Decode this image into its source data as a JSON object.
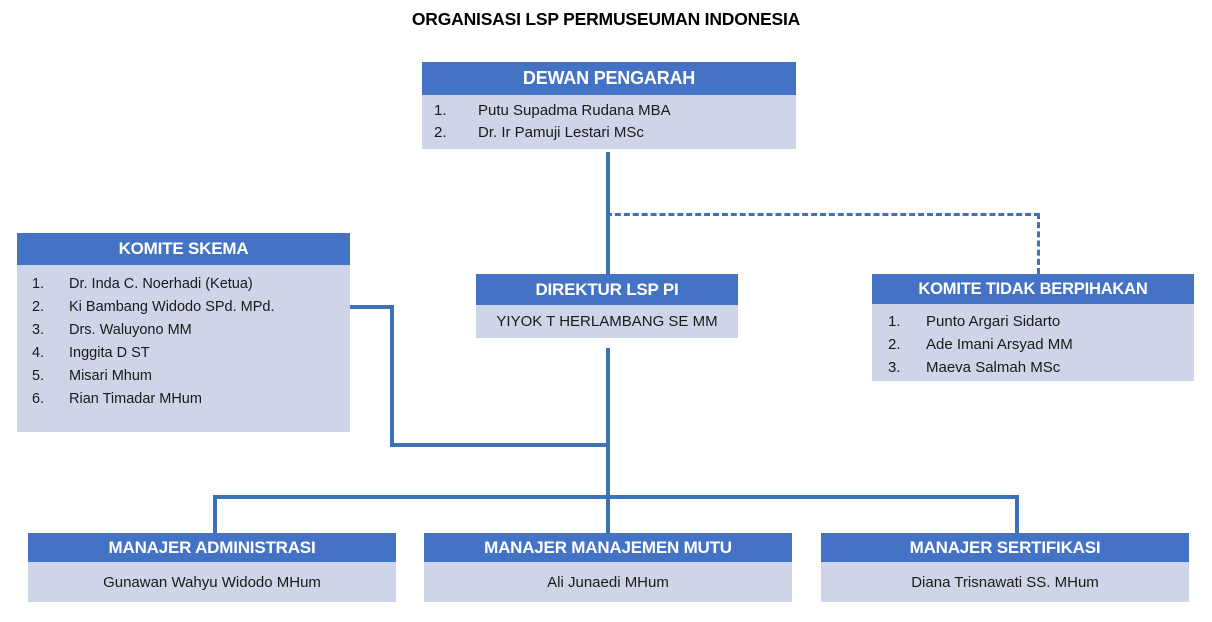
{
  "diagram": {
    "title": "ORGANISASI LSP PERMUSEUMAN INDONESIA",
    "accent_color": "#4472C4",
    "panel_color": "#CFD5E8",
    "connector_color": "#3C72B9",
    "background_color": "#FFFFFF"
  },
  "nodes": {
    "dewan_pengarah": {
      "title": "DEWAN PENGARAH",
      "members": [
        {
          "num": "1.",
          "name": "Putu Supadma Rudana MBA"
        },
        {
          "num": "2.",
          "name": "Dr. Ir Pamuji Lestari MSc"
        }
      ]
    },
    "komite_skema": {
      "title": "KOMITE SKEMA",
      "members": [
        {
          "num": "1.",
          "name": "Dr. Inda C. Noerhadi (Ketua)"
        },
        {
          "num": "2.",
          "name": "Ki Bambang Widodo SPd. MPd."
        },
        {
          "num": "3.",
          "name": "Drs. Waluyono MM"
        },
        {
          "num": "4.",
          "name": "Inggita D ST"
        },
        {
          "num": "5.",
          "name": "Misari Mhum"
        },
        {
          "num": "6.",
          "name": "Rian Timadar MHum"
        }
      ]
    },
    "direktur": {
      "title": "DIREKTUR LSP PI",
      "person": "YIYOK T HERLAMBANG SE MM"
    },
    "komite_tidak_berpihakan": {
      "title": "KOMITE TIDAK BERPIHAKAN",
      "members": [
        {
          "num": "1.",
          "name": "Punto Argari Sidarto"
        },
        {
          "num": "2.",
          "name": "Ade Imani Arsyad MM"
        },
        {
          "num": "3.",
          "name": "Maeva Salmah MSc"
        }
      ]
    },
    "manajer_administrasi": {
      "title": "MANAJER ADMINISTRASI",
      "person": "Gunawan Wahyu Widodo MHum"
    },
    "manajer_manajemen_mutu": {
      "title": "MANAJER MANAJEMEN MUTU",
      "person": "Ali Junaedi MHum"
    },
    "manajer_sertifikasi": {
      "title": "MANAJER SERTIFIKASI",
      "person": "Diana Trisnawati SS. MHum"
    }
  }
}
